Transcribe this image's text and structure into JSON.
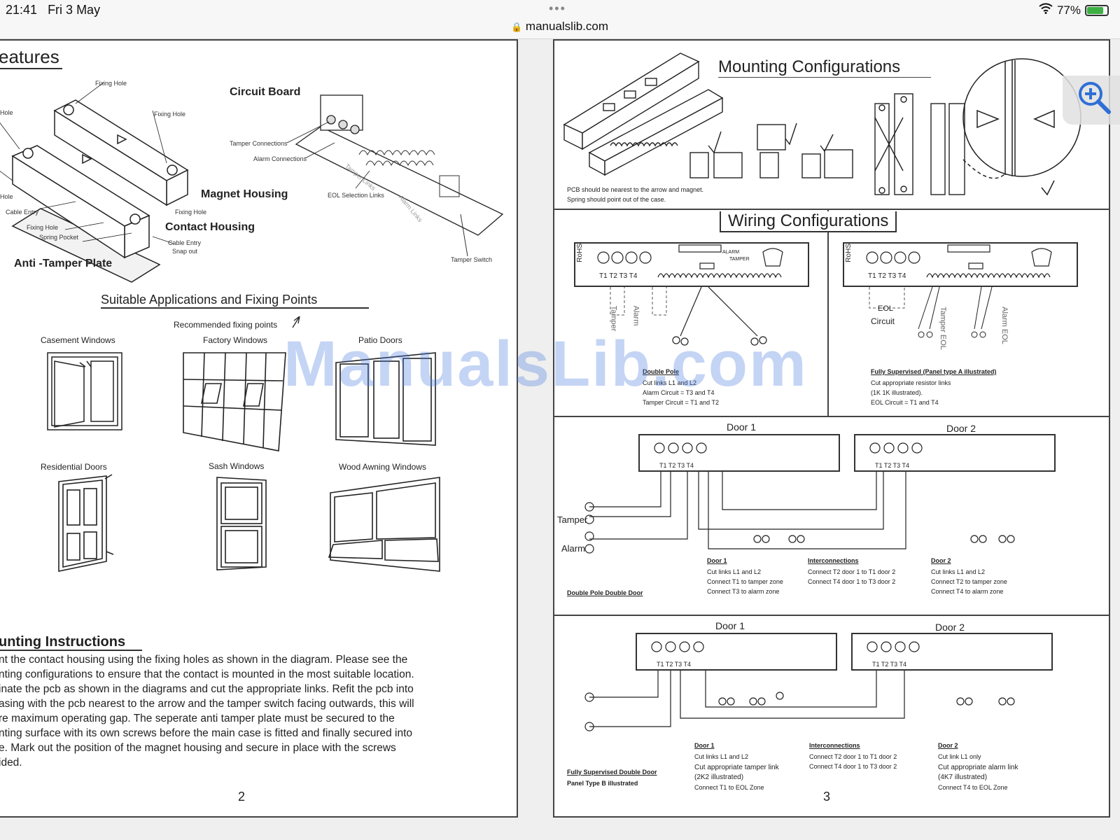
{
  "statusbar": {
    "time": "21:41",
    "date": "Fri 3 May",
    "url": "manualslib.com",
    "battery": "77%",
    "battery_level": 0.77
  },
  "watermark": "ManualsLib.com",
  "page_left": {
    "heading": "eatures",
    "features": {
      "circuit_board": "Circuit Board",
      "magnet_housing": "Magnet Housing",
      "contact_housing": "Contact Housing",
      "anti_tamper_plate": "Anti -Tamper Plate",
      "small": {
        "fixing_hole_1": "Fixing Hole",
        "fixing_hole_2": "Fixing Hole",
        "hole_left": "Hole",
        "hole_left2": "Hole",
        "cable_entry": "Cable Entry",
        "fixing_hole_3": "Fixing Hole",
        "spring_pocket": "Spring Pocket",
        "fixing_hole_4": "Fixing Hole",
        "cable_entry_snap": "Cable Entry",
        "snap_out": "Snap out",
        "tamper_connections": "Tamper Connections",
        "alarm_connections": "Alarm Connections",
        "eol_selection": "EOL Selection Links",
        "tamper_switch": "Tamper Switch",
        "tamper_links": "Tamper Links",
        "alarm_links": "Alarm Links"
      }
    },
    "apps_heading": "Suitable Applications and Fixing Points",
    "recommended": "Recommended fixing points",
    "apps": {
      "casement": "Casement Windows",
      "factory": "Factory Windows",
      "patio": "Patio Doors",
      "residential": "Residential Doors",
      "sash": "Sash Windows",
      "awning": "Wood Awning Windows"
    },
    "mount_heading": "unting Instructions",
    "mount_lines": [
      "nt the contact housing using the fixing holes as shown in the diagram. Please see the",
      "nting configurations to ensure that the contact is mounted in the most suitable location.",
      "inate the pcb as shown in the diagrams and cut the appropriate links. Refit the pcb into",
      "asing with the pcb nearest to the arrow and the tamper switch facing outwards, this will",
      "re maximum operating gap. The seperate anti tamper plate must be secured to the",
      "nting surface with its own screws before the main case is fitted and finally secured into",
      "e. Mark out the position of the magnet housing and secure in place with the screws",
      "ided."
    ],
    "page_number": "2"
  },
  "page_right": {
    "mounting_title": "Mounting Configurations",
    "mounting_note_1": "PCB should be nearest to the arrow and magnet.",
    "mounting_note_2": "Spring should point out of the case.",
    "wiring_title": "Wiring Configurations",
    "terminals": "T1 T2 T3 T4",
    "tamper": "TAMPER",
    "alarm": "ALARM",
    "rohs": "RoHS",
    "vert_tamper": "Tamper",
    "vert_alarm": "Alarm",
    "vert_tamper_eol": "Tamper EOL",
    "vert_alarm_eol": "Alarm EOL",
    "eol": "EOL",
    "circuit": "Circuit",
    "double_pole": {
      "title": "Double Pole",
      "lines": [
        "Cut links L1 and L2",
        "Alarm Circuit = T3 and T4",
        "Tamper Circuit = T1 and T2"
      ]
    },
    "fully_supervised": {
      "title": "Fully Supervised (Panel type A illustrated)",
      "lines": [
        "Cut appropriate resistor links",
        "(1K 1K illustrated).",
        "EOL Circuit = T1 and T4"
      ]
    },
    "door1": "Door 1",
    "door2": "Door 2",
    "tamper_label": "Tamper",
    "alarm_label": "Alarm",
    "dpdd": {
      "caption": "Double Pole Double Door",
      "door1_title": "Door 1",
      "door1_lines": [
        "Cut links L1 and L2",
        "Connect T1 to tamper zone",
        "Connect T3 to alarm zone"
      ],
      "inter_title": "Interconnections",
      "inter_lines": [
        "Connect T2 door 1 to T1 door 2",
        "Connect T4 door 1 to T3 door 2"
      ],
      "door2_title": "Door 2",
      "door2_lines": [
        "Cut links L1 and L2",
        "Connect T2 to tamper zone",
        "Connect T4 to alarm zone"
      ]
    },
    "fsdd": {
      "caption1": "Fully Supervised Double Door",
      "caption2": "Panel Type B illustrated",
      "door1_title": "Door 1",
      "door1_lines": [
        "Cut links L1 and L2",
        "Cut appropriate tamper link",
        "(2K2 illustrated)",
        "Connect T1 to EOL Zone"
      ],
      "inter_title": "Interconnections",
      "inter_lines": [
        "Connect T2 door 1 to T1 door 2",
        "Connect T4 door 1 to T3 door 2"
      ],
      "door2_title": "Door 2",
      "door2_lines": [
        "Cut link L1 only",
        "Cut appropriate alarm link",
        "(4K7 illustrated)",
        "Connect T4 to EOL Zone"
      ]
    },
    "page_number": "3"
  },
  "colors": {
    "watermark": "#4678dc",
    "battery": "#3cb043",
    "zoom_icon": "#2f6fd6"
  }
}
